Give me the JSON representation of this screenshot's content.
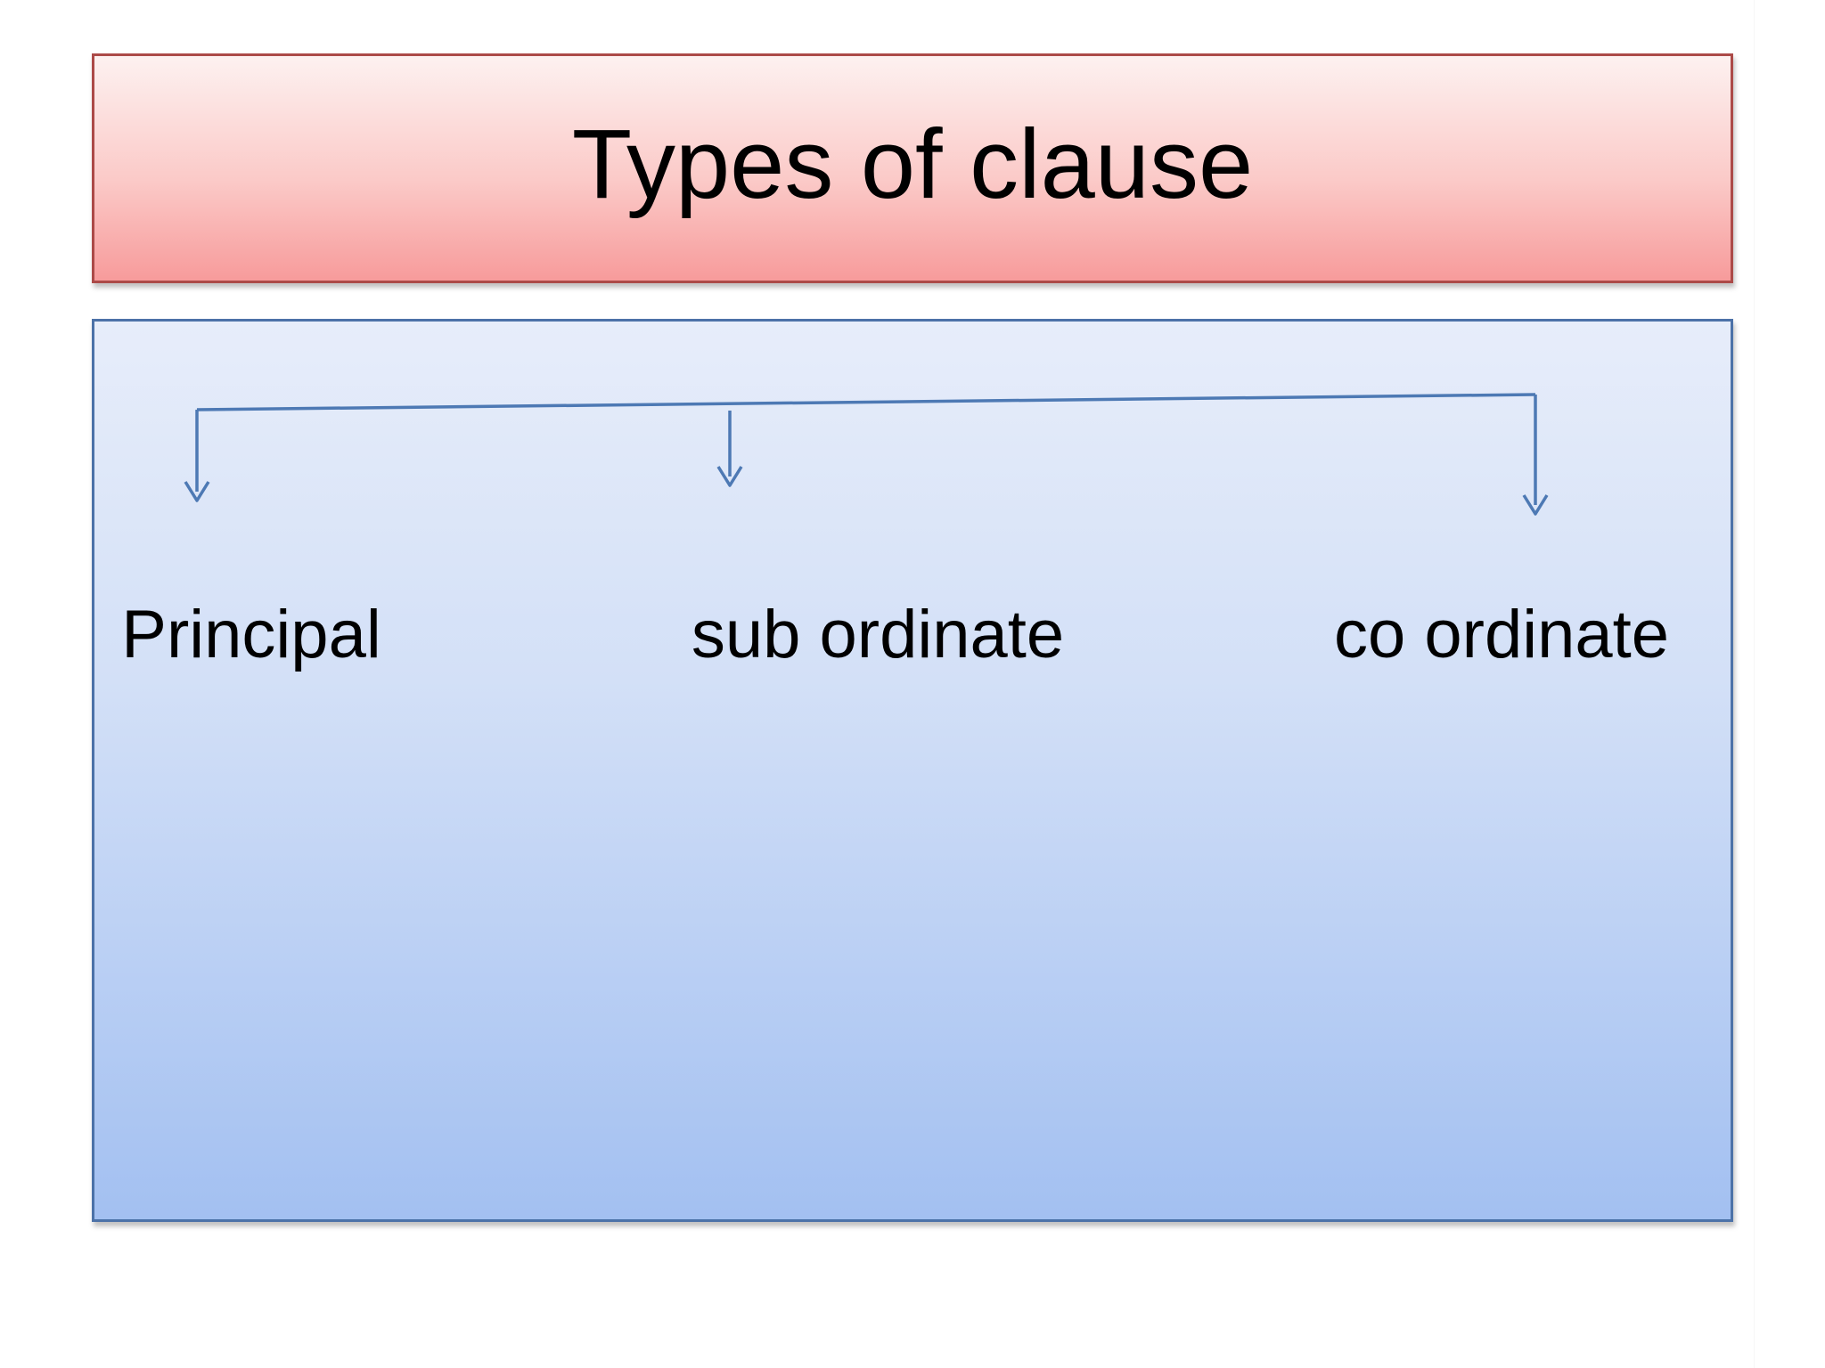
{
  "slide": {
    "title": {
      "text": "Types of clause"
    },
    "diagram": {
      "labels": [
        {
          "text": "Principal"
        },
        {
          "text": "sub ordinate"
        },
        {
          "text": "co ordinate"
        }
      ]
    },
    "colors": {
      "background": "#ffffff",
      "text": "#000000",
      "title_gradient_top": "#fdf1f0",
      "title_gradient_bottom": "#f79b9b",
      "title_border": "#ac4a48",
      "content_gradient_top": "#e7edfa",
      "content_gradient_bottom": "#a3c0f1",
      "content_border": "#4c72a8",
      "connector": "#4d79b4"
    }
  }
}
